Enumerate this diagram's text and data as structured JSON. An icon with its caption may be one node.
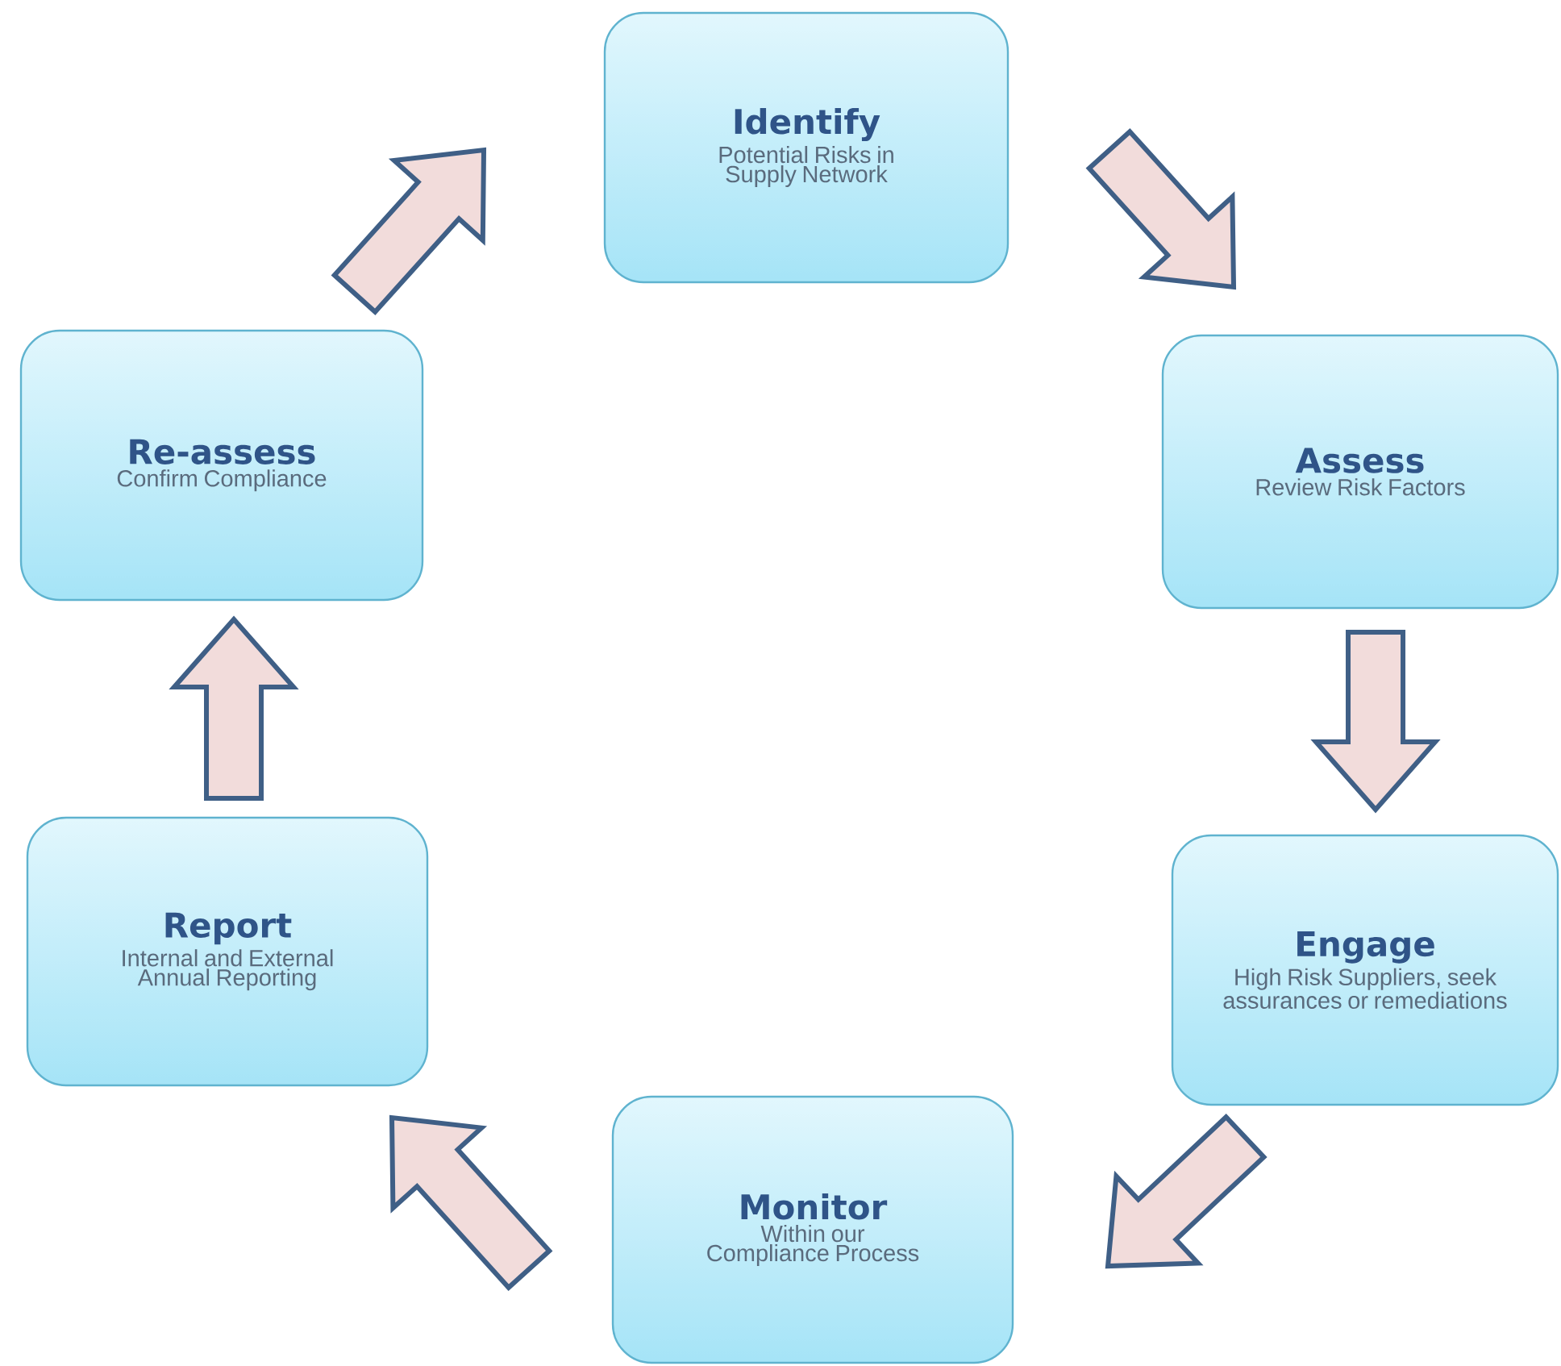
{
  "diagram": {
    "nodes": [
      {
        "text": [
          "Identify",
          "Potential Risks in Supply Network"
        ]
      },
      {
        "text": [
          "Assess",
          "Review Risk Factors"
        ]
      },
      {
        "text": [
          "Engage",
          "High Risk Suppliers, seek assurances or remediations"
        ]
      },
      {
        "text": [
          "Monitor",
          "Within our Compliance Process"
        ]
      },
      {
        "text": [
          "Report",
          "Internal and External Annual Reporting"
        ]
      },
      {
        "text": [
          "Re-assess",
          "Confirm Compliance"
        ]
      }
    ],
    "edges": [
      {
        "from": 0,
        "to": 1,
        "arrow": "to"
      },
      {
        "from": 1,
        "to": 2,
        "arrow": "to"
      },
      {
        "from": 2,
        "to": 3,
        "arrow": "to"
      },
      {
        "from": 3,
        "to": 4,
        "arrow": "to"
      },
      {
        "from": 4,
        "to": 5,
        "arrow": "to"
      },
      {
        "from": 5,
        "to": 0,
        "arrow": "to"
      }
    ]
  }
}
